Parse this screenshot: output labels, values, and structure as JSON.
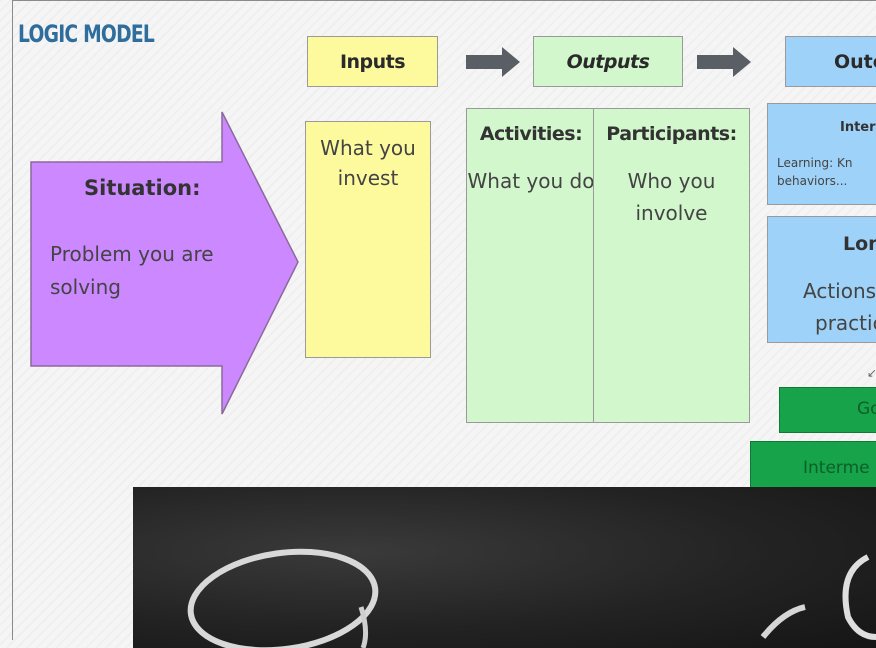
{
  "title": "LOGIC MODEL",
  "headers": {
    "inputs": "Inputs",
    "outputs": "Outputs",
    "outcomes_partial": "Outc"
  },
  "situation": {
    "title": "Situation:",
    "text": "Problem you are solving"
  },
  "inputs_box": {
    "text": "What you invest"
  },
  "activities": {
    "title": "Activities:",
    "text": "What you do"
  },
  "participants": {
    "title": "Participants:",
    "text": "Who you involve"
  },
  "intermediate": {
    "title_partial": "Inter",
    "line1_partial": "Learning: Kn",
    "line2_partial": "behaviors..."
  },
  "long_term": {
    "title_partial": "Lon",
    "line1_partial": "Actions",
    "line2_partial": "practic"
  },
  "goal_partial": "Go",
  "intermediate_green_partial": "Interme",
  "colors": {
    "title": "#2e6d9c",
    "yellow": "#fdfa9e",
    "green_light": "#d2f7cc",
    "blue": "#9ed2f9",
    "purple": "#cc88ff",
    "green_dark": "#17a34a",
    "arrow_gray": "#5a5f66"
  }
}
